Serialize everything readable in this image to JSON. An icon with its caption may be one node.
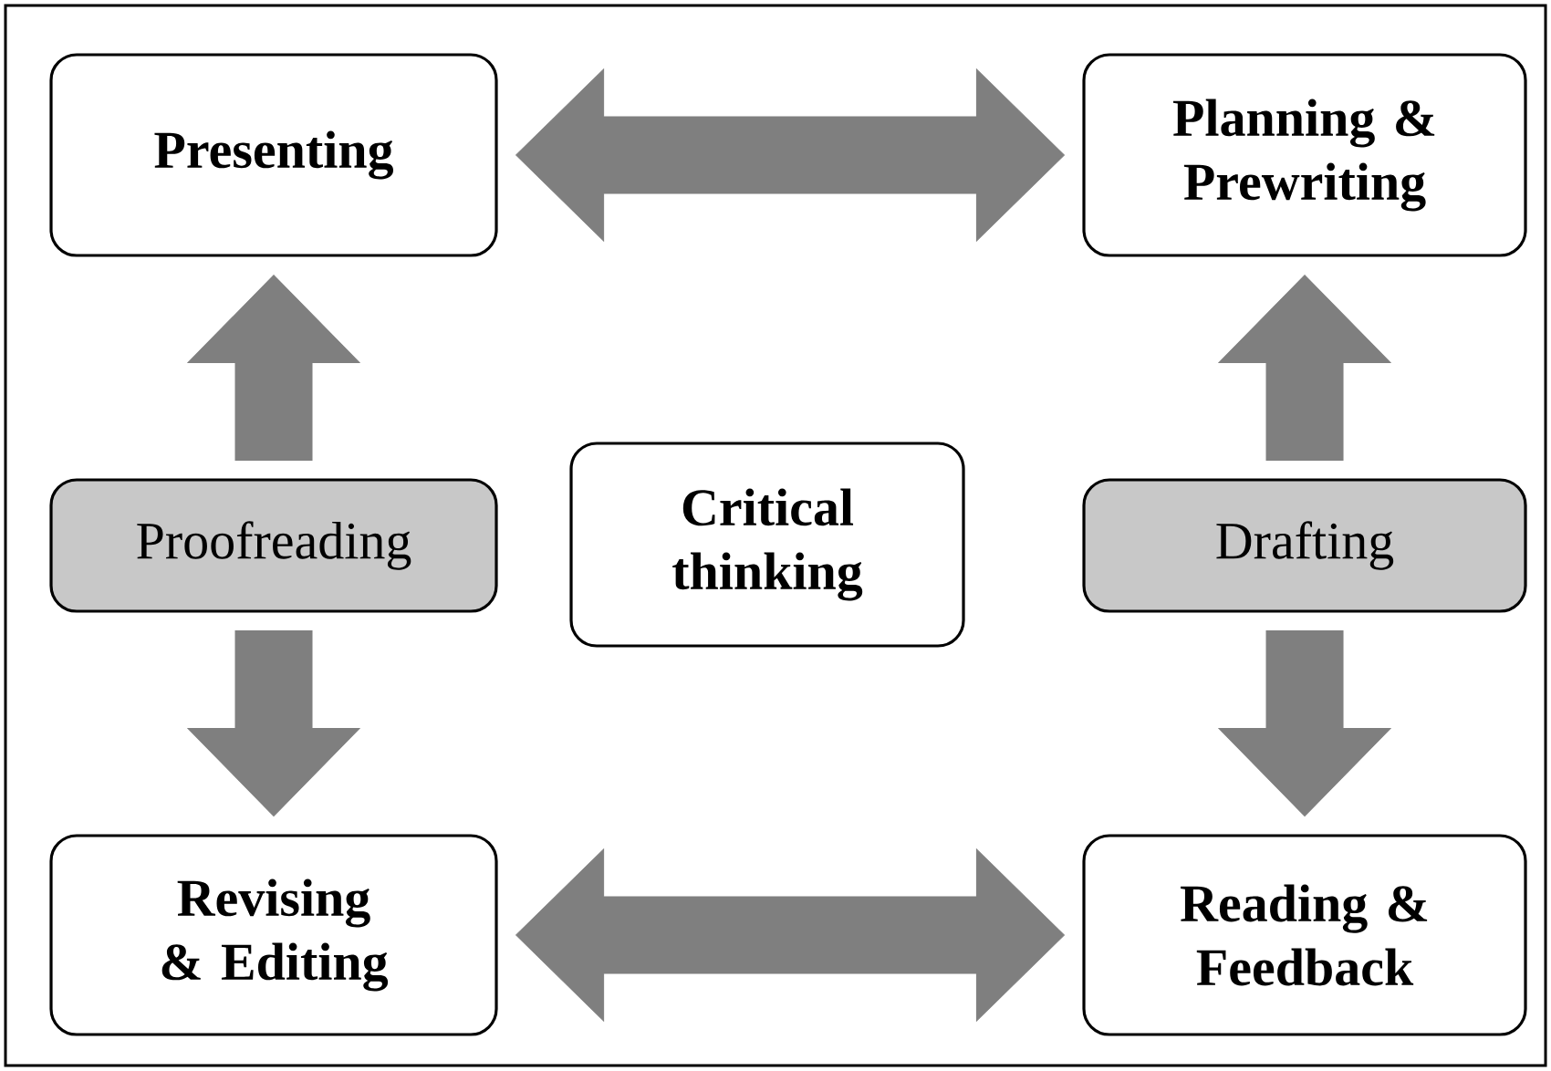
{
  "diagram": {
    "nodes": [
      {
        "text": [
          "Presenting"
        ]
      },
      {
        "text": [
          "Planning & Prewriting"
        ]
      },
      {
        "text": [
          "Proofreading"
        ]
      },
      {
        "text": [
          "Critical thinking"
        ]
      },
      {
        "text": [
          "Drafting"
        ]
      },
      {
        "text": [
          "Revising & Editing"
        ]
      },
      {
        "text": [
          "Reading & Feedback"
        ]
      }
    ],
    "edges": [
      {
        "from": 0,
        "to": 1,
        "arrow": "both"
      },
      {
        "from": 2,
        "to": 0,
        "arrow": "to"
      },
      {
        "from": 2,
        "to": 5,
        "arrow": "to"
      },
      {
        "from": 4,
        "to": 1,
        "arrow": "to"
      },
      {
        "from": 4,
        "to": 6,
        "arrow": "to"
      },
      {
        "from": 5,
        "to": 6,
        "arrow": "both"
      }
    ]
  }
}
